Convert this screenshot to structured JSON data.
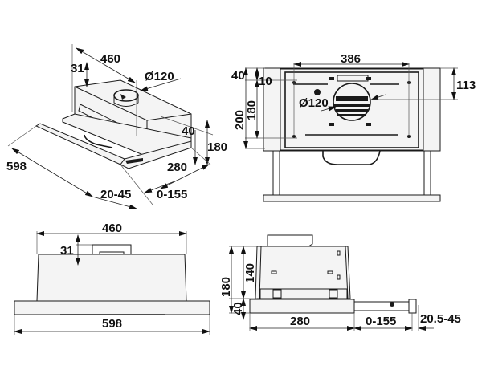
{
  "title": "Telescopic cooker hood dimension drawing",
  "colors": {
    "line": "#1a1a1a",
    "background": "#ffffff"
  },
  "views": {
    "isometric": {
      "width_body": "460",
      "height_top": "31",
      "duct_diameter": "Ø120",
      "visor_height": "40",
      "total_height": "180",
      "total_width": "598",
      "depth": "280",
      "visor_depth": "20-45",
      "extension": "0-155"
    },
    "front": {
      "hole_spacing": "386",
      "top_offset": "40",
      "hole_offset": "10",
      "hole_vertical": "180",
      "body_height": "200",
      "duct_diameter": "Ø120",
      "duct_offset": "113"
    },
    "back": {
      "body_width": "460",
      "top_height": "31",
      "total_width": "598"
    },
    "side": {
      "total_height": "180",
      "body_height": "140",
      "visor_height": "40",
      "depth": "280",
      "extension": "0-155",
      "visor_depth": "20.5-45"
    }
  }
}
